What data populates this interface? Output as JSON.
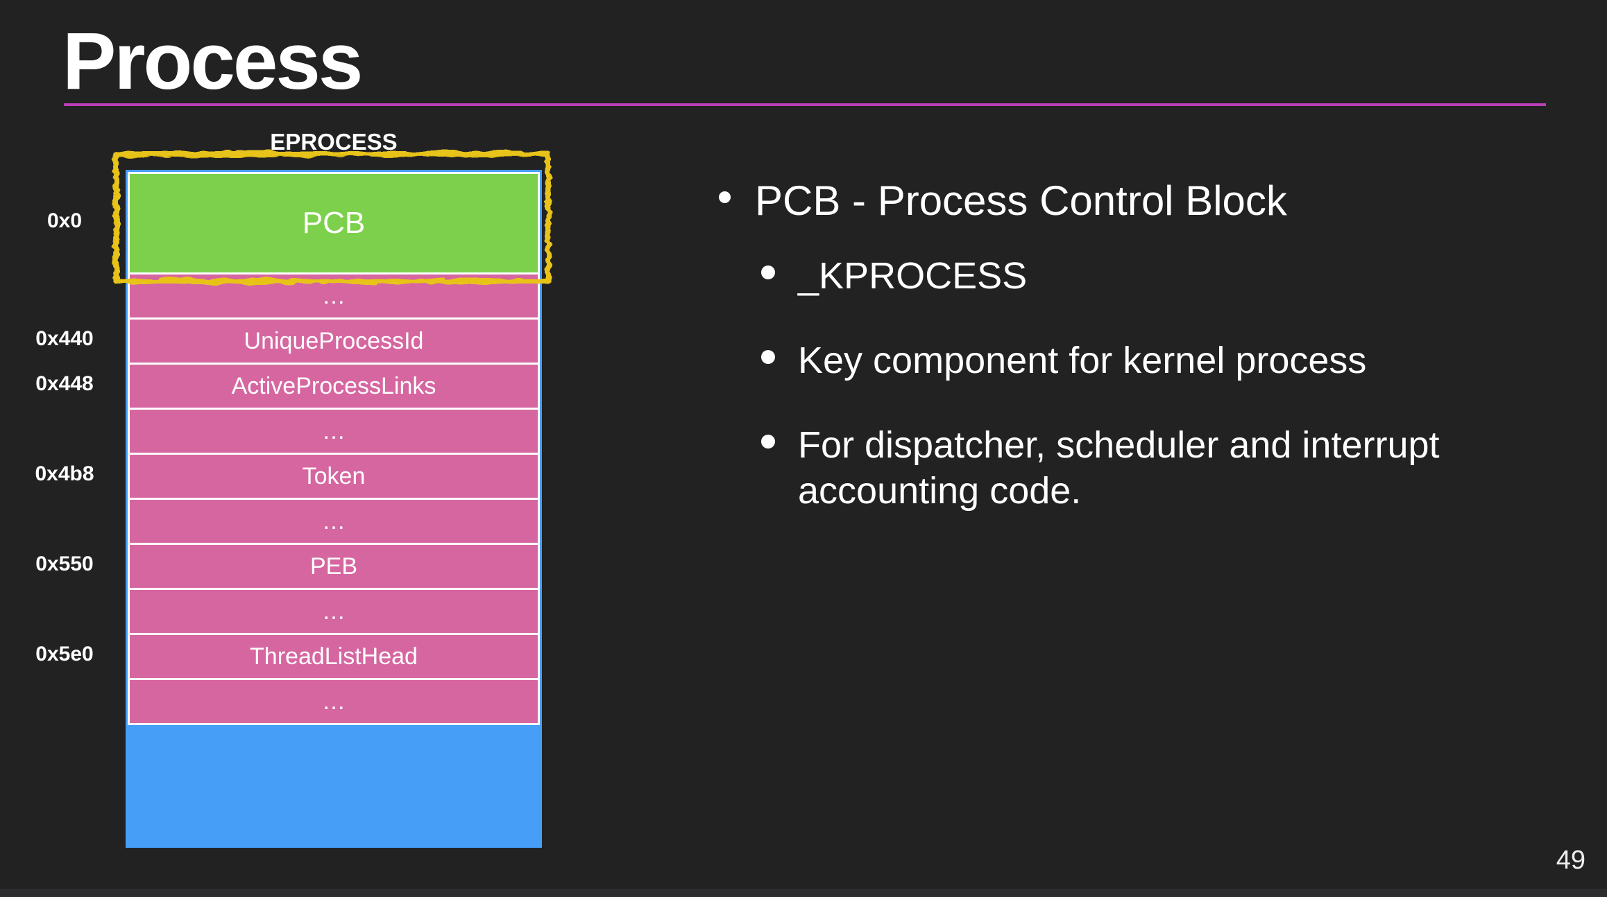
{
  "slide": {
    "title": "Process",
    "page_number": "49"
  },
  "colors": {
    "background": "#222222",
    "accent_line": "#bc3eb5",
    "green": "#7dd04c",
    "pink": "#d666a0",
    "blue": "#469ef7",
    "yellow": "#e7c31a",
    "text": "#ffffff"
  },
  "diagram": {
    "heading": "EPROCESS",
    "rows": [
      {
        "offset": "0x0",
        "label": "PCB",
        "type": "green",
        "highlighted": true
      },
      {
        "offset": "",
        "label": "…",
        "type": "pink"
      },
      {
        "offset": "0x440",
        "label": "UniqueProcessId",
        "type": "pink"
      },
      {
        "offset": "0x448",
        "label": "ActiveProcessLinks",
        "type": "pink"
      },
      {
        "offset": "",
        "label": "…",
        "type": "pink"
      },
      {
        "offset": "0x4b8",
        "label": "Token",
        "type": "pink"
      },
      {
        "offset": "",
        "label": "…",
        "type": "pink"
      },
      {
        "offset": "0x550",
        "label": "PEB",
        "type": "pink"
      },
      {
        "offset": "",
        "label": "…",
        "type": "pink"
      },
      {
        "offset": "0x5e0",
        "label": "ThreadListHead",
        "type": "pink"
      },
      {
        "offset": "",
        "label": "…",
        "type": "pink"
      },
      {
        "offset": "",
        "label": "",
        "type": "blue"
      }
    ]
  },
  "bullets": {
    "items": [
      {
        "level": 1,
        "text": "PCB - Process Control Block"
      },
      {
        "level": 2,
        "text": "_KPROCESS"
      },
      {
        "level": 2,
        "text": "Key component for kernel process"
      },
      {
        "level": 2,
        "text": "For dispatcher, scheduler and interrupt accounting code."
      }
    ]
  }
}
